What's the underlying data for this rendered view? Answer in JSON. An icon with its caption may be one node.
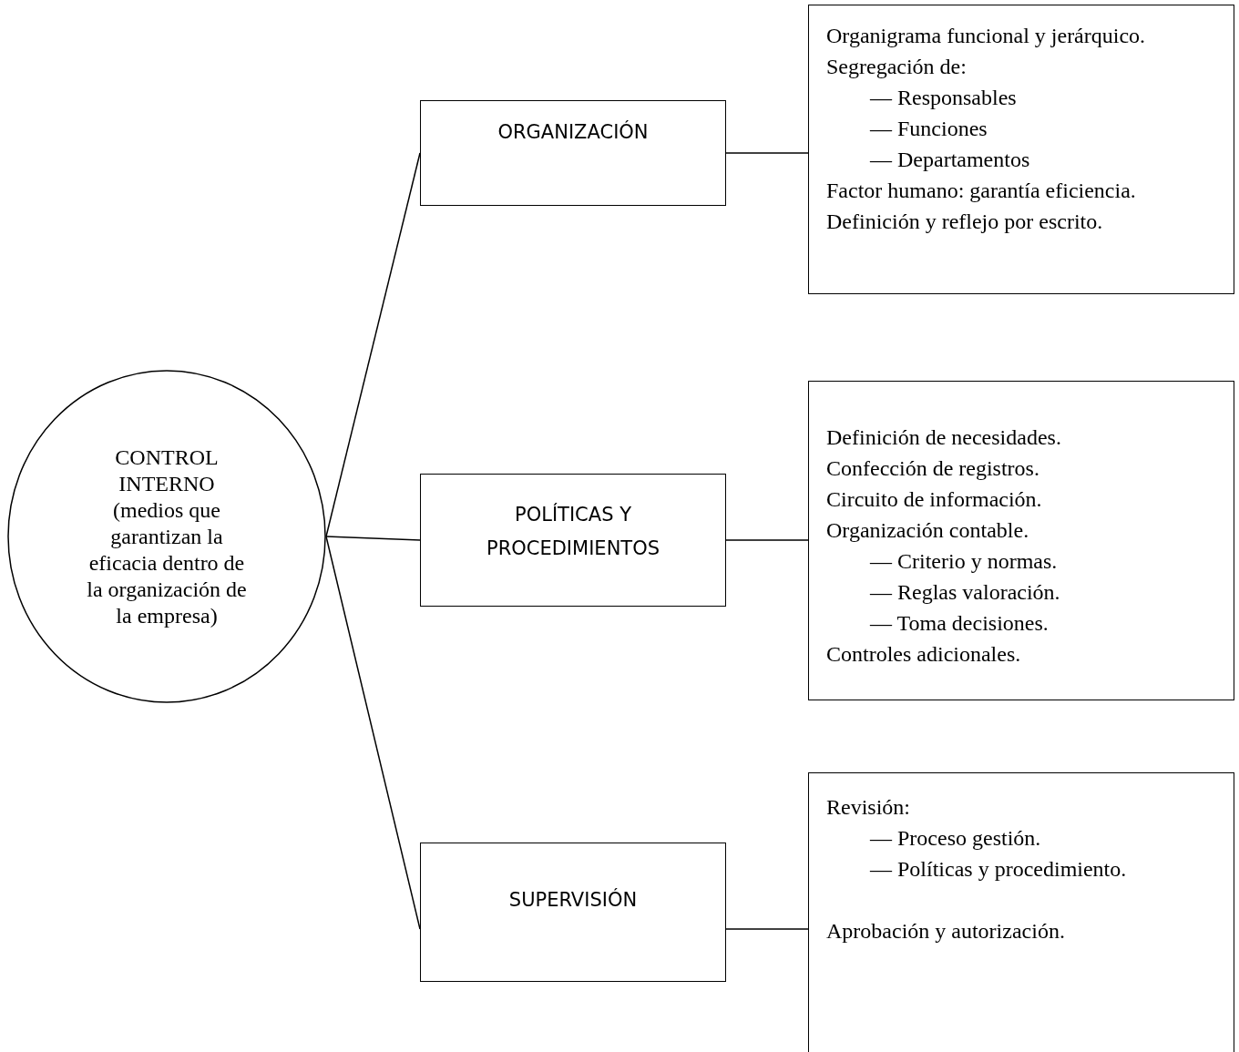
{
  "diagram": {
    "nodes": [
      {
        "text": [
          "CONTROL INTERNO",
          "(medios que garantizan la eficacia dentro de la organización de la empresa)"
        ]
      },
      {
        "text": [
          "ORGANIZACIÓN"
        ]
      },
      {
        "text": [
          "Organigrama funcional y jerárquico.",
          "Segregación de:",
          "— Responsables",
          "— Funciones",
          "— Departamentos",
          "Factor humano: garantía eficiencia.",
          "Definición y reflejo por escrito."
        ]
      },
      {
        "text": [
          "POLÍTICAS Y PROCEDIMIENTOS"
        ]
      },
      {
        "text": [
          "Definición de necesidades.",
          "Confección de registros.",
          "Circuito de información.",
          "Organización contable.",
          "— Criterio y normas.",
          "— Reglas valoración.",
          "— Toma decisiones.",
          "Controles adicionales."
        ]
      },
      {
        "text": [
          "SUPERVISIÓN"
        ]
      },
      {
        "text": [
          "Revisión:",
          "— Proceso gestión.",
          "— Políticas y procedimiento.",
          "Aprobación y autorización."
        ]
      }
    ],
    "edges": [
      {
        "from": 0,
        "to": 1,
        "arrow": "none"
      },
      {
        "from": 0,
        "to": 3,
        "arrow": "none"
      },
      {
        "from": 0,
        "to": 5,
        "arrow": "none"
      },
      {
        "from": 1,
        "to": 2,
        "arrow": "none"
      },
      {
        "from": 3,
        "to": 4,
        "arrow": "none"
      },
      {
        "from": 5,
        "to": 6,
        "arrow": "none"
      }
    ]
  }
}
